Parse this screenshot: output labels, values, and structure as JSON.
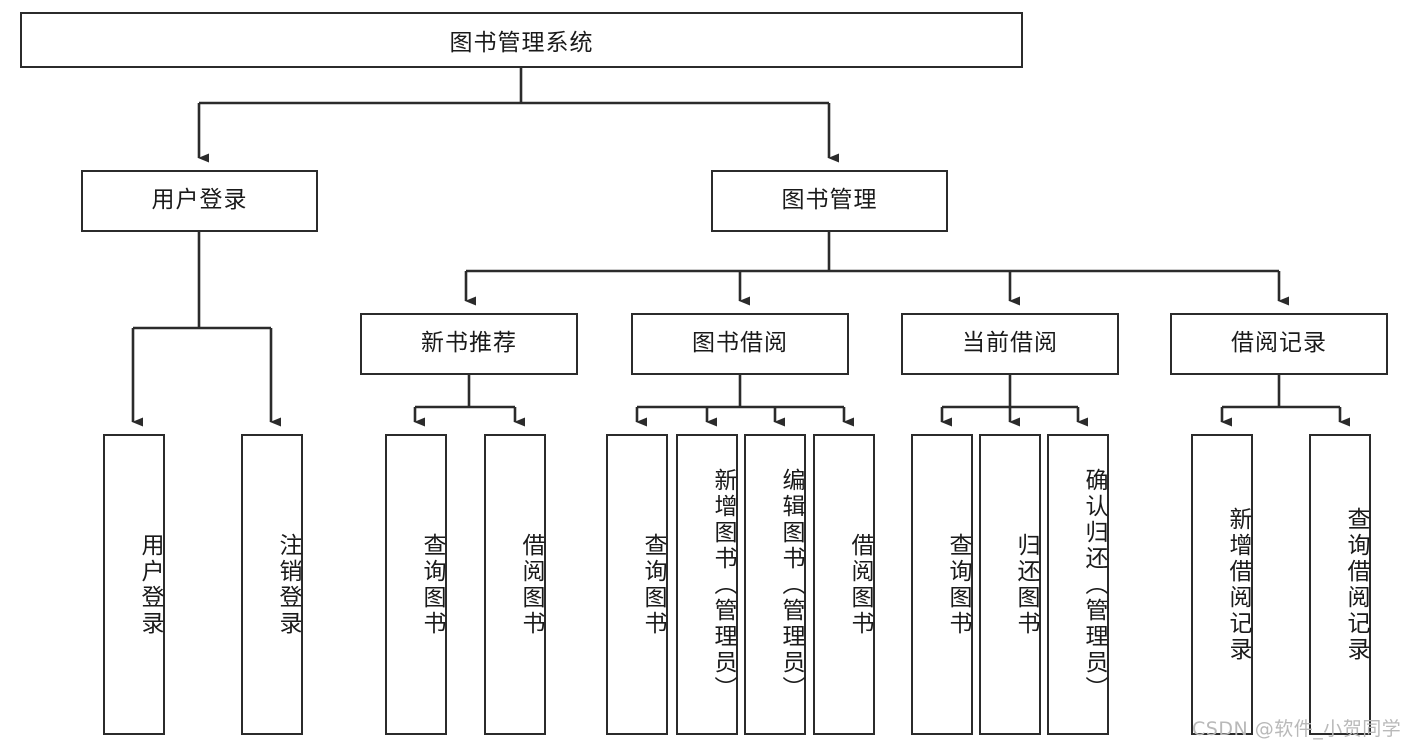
{
  "diagram": {
    "type": "tree",
    "title": "图书管理系统",
    "orientation": "top-down",
    "levels": 4,
    "watermark": "CSDN @软件_小贺同学"
  },
  "nodes": {
    "root": {
      "label": "图书管理系统",
      "level": 1
    },
    "level2": [
      {
        "id": "user-login",
        "label": "用户登录",
        "level": 2
      },
      {
        "id": "book-manage",
        "label": "图书管理",
        "level": 2
      }
    ],
    "level3": [
      {
        "id": "new-book-recommend",
        "label": "新书推荐",
        "level": 3,
        "parent": "book-manage"
      },
      {
        "id": "book-borrow",
        "label": "图书借阅",
        "level": 3,
        "parent": "book-manage"
      },
      {
        "id": "current-borrow",
        "label": "当前借阅",
        "level": 3,
        "parent": "book-manage"
      },
      {
        "id": "borrow-record",
        "label": "借阅记录",
        "level": 3,
        "parent": "book-manage"
      }
    ],
    "leaves": [
      {
        "id": "leaf-user-login",
        "label": "用户登录",
        "parent": "user-login"
      },
      {
        "id": "leaf-user-logout",
        "label": "注销登录",
        "parent": "user-login"
      },
      {
        "id": "leaf-query-book-1",
        "label": "查询图书",
        "parent": "new-book-recommend"
      },
      {
        "id": "leaf-borrow-book-1",
        "label": "借阅图书",
        "parent": "new-book-recommend"
      },
      {
        "id": "leaf-query-book-2",
        "label": "查询图书",
        "parent": "book-borrow"
      },
      {
        "id": "leaf-add-book",
        "label": "新增图书（管理员）",
        "parent": "book-borrow"
      },
      {
        "id": "leaf-edit-book",
        "label": "编辑图书（管理员）",
        "parent": "book-borrow"
      },
      {
        "id": "leaf-borrow-book-2",
        "label": "借阅图书",
        "parent": "book-borrow"
      },
      {
        "id": "leaf-query-book-3",
        "label": "查询图书",
        "parent": "current-borrow"
      },
      {
        "id": "leaf-return-book",
        "label": "归还图书",
        "parent": "current-borrow"
      },
      {
        "id": "leaf-confirm-return",
        "label": "确认归还（管理员）",
        "parent": "current-borrow"
      },
      {
        "id": "leaf-add-record",
        "label": "新增借阅记录",
        "parent": "borrow-record"
      },
      {
        "id": "leaf-query-record",
        "label": "查询借阅记录",
        "parent": "borrow-record"
      }
    ]
  },
  "colors": {
    "stroke": "#2b2b2b",
    "fill": "#ffffff",
    "text": "#1a1a1a",
    "watermark": "#b9b9b9"
  }
}
